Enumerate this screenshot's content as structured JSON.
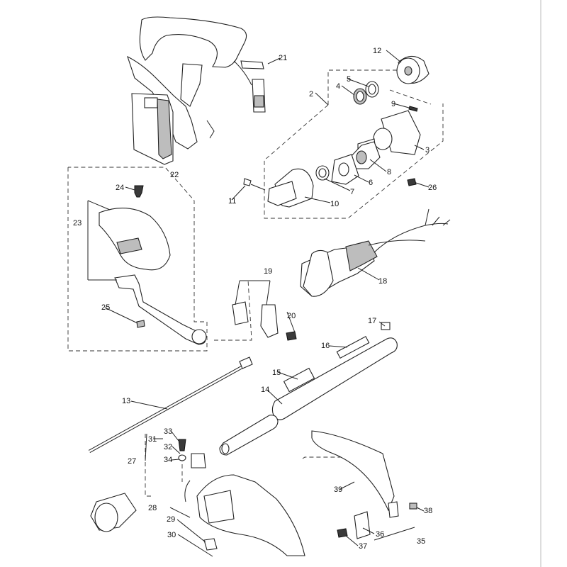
{
  "callouts": [
    "12",
    "21",
    "5",
    "4",
    "2",
    "9",
    "3",
    "8",
    "6",
    "7",
    "10",
    "11",
    "26",
    "24",
    "22",
    "23",
    "19",
    "18",
    "20",
    "25",
    "17",
    "16",
    "15",
    "14",
    "13",
    "33",
    "31",
    "32",
    "34",
    "27",
    "39",
    "28",
    "29",
    "30",
    "38",
    "36",
    "37",
    "35"
  ]
}
